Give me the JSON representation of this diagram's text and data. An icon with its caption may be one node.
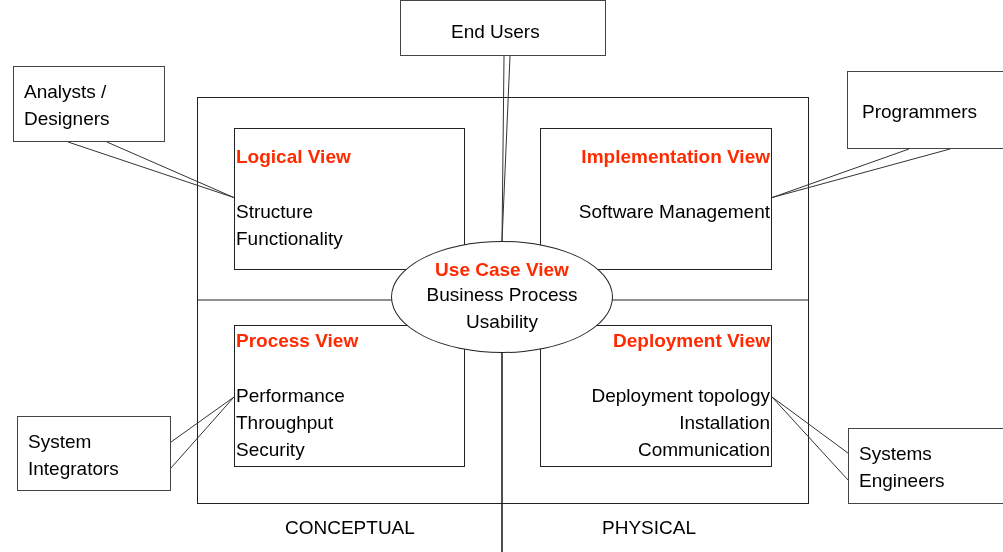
{
  "diagram": {
    "nodes": [
      {
        "text": [],
        "shape": "box"
      },
      {
        "text": [
          "Logical View",
          "Structure Functionality"
        ],
        "in": 0
      },
      {
        "text": [
          "Implementation View",
          "Software Management"
        ],
        "in": 0
      },
      {
        "text": [
          "Use Case View",
          "Business Process Usability"
        ],
        "in": 0
      },
      {
        "text": [
          "Process View",
          "Performance Throughput Security"
        ],
        "in": 0
      },
      {
        "text": [
          "Deployment View",
          "Deployment topology Installation Communication"
        ],
        "in": 0
      },
      {
        "text": [
          "End Users"
        ]
      },
      {
        "text": [
          "Analysts / Designers"
        ]
      },
      {
        "text": [
          "Programmers"
        ]
      },
      {
        "text": [
          "System Integrators"
        ]
      },
      {
        "text": [
          "Systems Engineers"
        ]
      }
    ],
    "edges": [
      {
        "from": 6,
        "to": 3,
        "arrow": "none"
      },
      {
        "from": 7,
        "to": 1,
        "arrow": "none"
      },
      {
        "from": 8,
        "to": 2,
        "arrow": "none"
      },
      {
        "from": 9,
        "to": 4,
        "arrow": "none"
      },
      {
        "from": 10,
        "to": 5,
        "arrow": "none"
      }
    ],
    "labels": [
      "CONCEPTUAL",
      "PHYSICAL"
    ]
  }
}
